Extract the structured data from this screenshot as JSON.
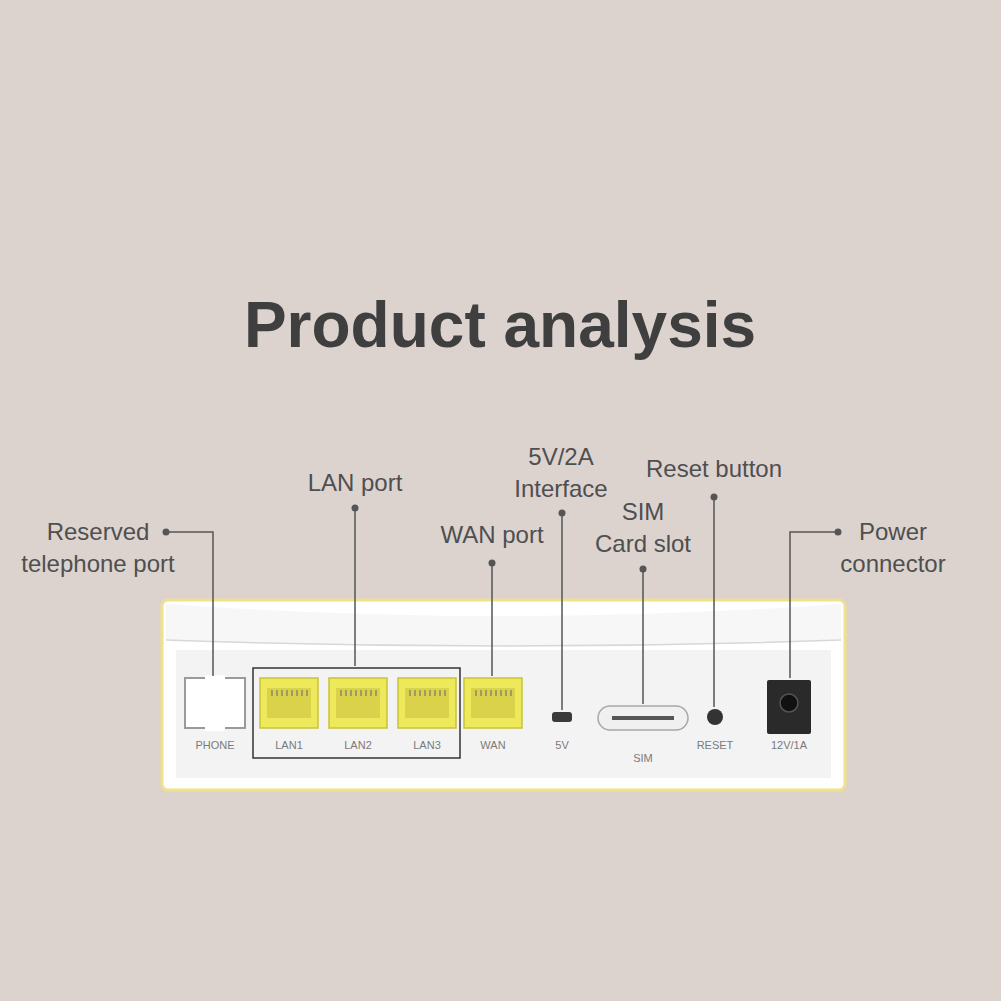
{
  "diagram": {
    "title": "Product analysis",
    "labels": [
      "Reserved telephone port",
      "LAN port",
      "5V/2A Interface",
      "WAN port",
      "SIM Card slot",
      "Reset button",
      "Power connector",
      "PHONE",
      "LAN1",
      "LAN2",
      "LAN3",
      "WAN",
      "5V",
      "SIM",
      "RESET",
      "12V/1A"
    ]
  }
}
